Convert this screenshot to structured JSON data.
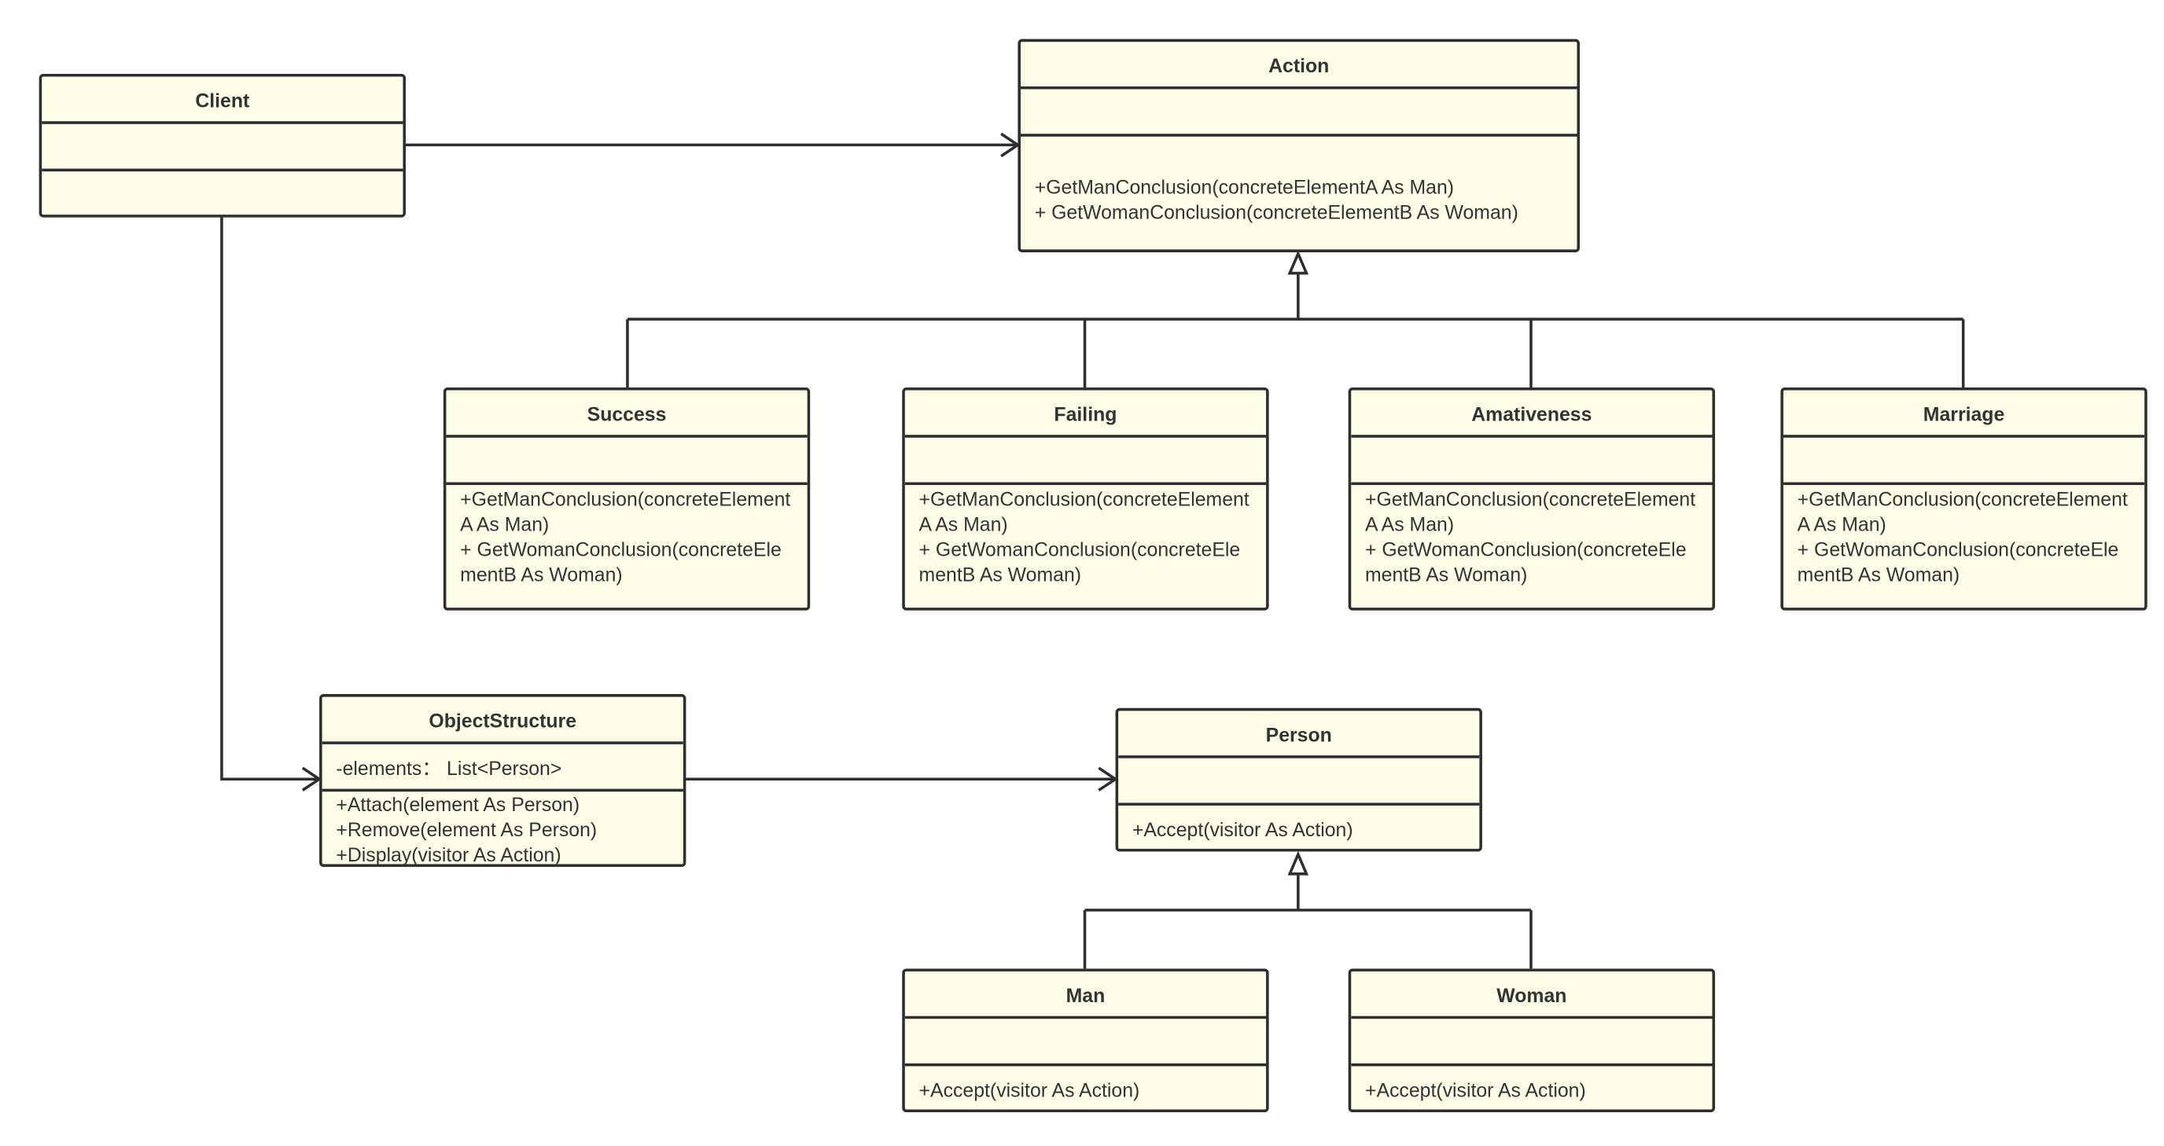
{
  "diagram": {
    "classes": {
      "client": {
        "name": "Client",
        "attributes": [],
        "methods": []
      },
      "action": {
        "name": "Action",
        "attributes": [],
        "methods": [
          "+GetManConclusion(concreteElementA As Man)",
          "+ GetWomanConclusion(concreteElementB As Woman)"
        ]
      },
      "success": {
        "name": "Success",
        "attributes": [],
        "methods": [
          "+GetManConclusion(concreteElementA As Man)",
          "+ GetWomanConclusion(concreteElementB As Woman)"
        ]
      },
      "failing": {
        "name": "Failing",
        "attributes": [],
        "methods": [
          "+GetManConclusion(concreteElementA As Man)",
          "+ GetWomanConclusion(concreteElementB As Woman)"
        ]
      },
      "amativeness": {
        "name": "Amativeness",
        "attributes": [],
        "methods": [
          "+GetManConclusion(concreteElementA As Man)",
          "+ GetWomanConclusion(concreteElementB As Woman)"
        ]
      },
      "marriage": {
        "name": "Marriage",
        "attributes": [],
        "methods": [
          "+GetManConclusion(concreteElementA As Man)",
          "+ GetWomanConclusion(concreteElementB As Woman)"
        ]
      },
      "object_structure": {
        "name": "ObjectStructure",
        "attributes": [
          "-elements： List<Person>"
        ],
        "methods": [
          "+Attach(element As Person)",
          "+Remove(element As Person)",
          "+Display(visitor As Action)"
        ]
      },
      "person": {
        "name": "Person",
        "attributes": [],
        "methods": [
          "+Accept(visitor As Action)"
        ]
      },
      "man": {
        "name": "Man",
        "attributes": [],
        "methods": [
          "+Accept(visitor As Action)"
        ]
      },
      "woman": {
        "name": "Woman",
        "attributes": [],
        "methods": [
          "+Accept(visitor As Action)"
        ]
      }
    },
    "relationships": [
      {
        "from": "Client",
        "to": "Action",
        "type": "association"
      },
      {
        "from": "Client",
        "to": "ObjectStructure",
        "type": "association"
      },
      {
        "from": "ObjectStructure",
        "to": "Person",
        "type": "association"
      },
      {
        "from": "Success",
        "to": "Action",
        "type": "generalization"
      },
      {
        "from": "Failing",
        "to": "Action",
        "type": "generalization"
      },
      {
        "from": "Amativeness",
        "to": "Action",
        "type": "generalization"
      },
      {
        "from": "Marriage",
        "to": "Action",
        "type": "generalization"
      },
      {
        "from": "Man",
        "to": "Person",
        "type": "generalization"
      },
      {
        "from": "Woman",
        "to": "Person",
        "type": "generalization"
      }
    ],
    "colors": {
      "class_fill": "#fefee8",
      "line": "#2e2e2e",
      "text": "#333333"
    }
  }
}
